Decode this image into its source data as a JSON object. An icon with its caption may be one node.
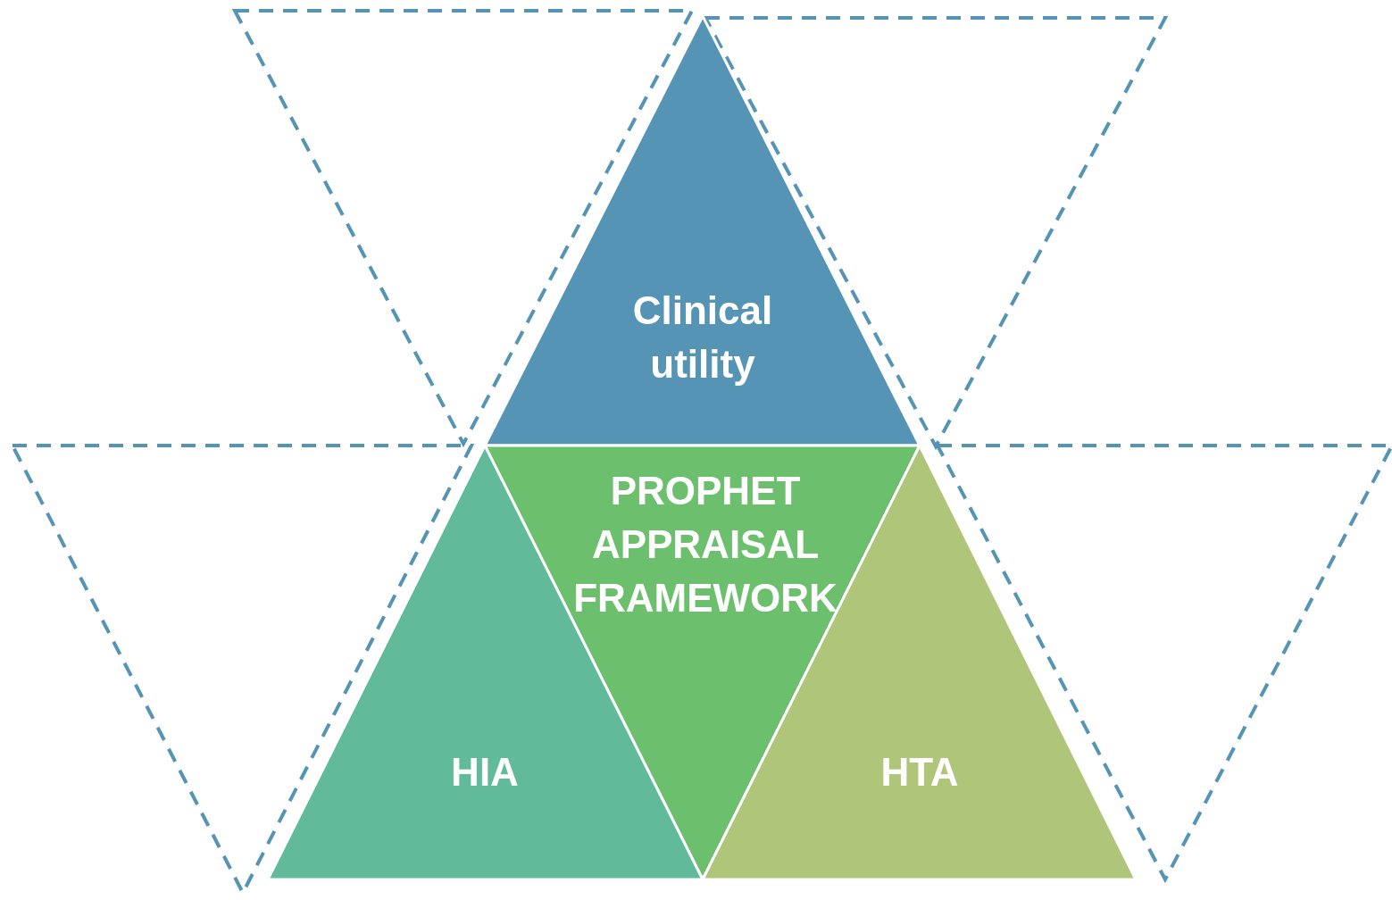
{
  "diagram": {
    "nodes": [
      {
        "text": [],
        "shape": "triangle"
      },
      {
        "text": [
          "Clinical utility"
        ]
      },
      {
        "text": [],
        "shape": "triangle"
      },
      {
        "text": [],
        "shape": "triangle"
      },
      {
        "text": [
          "PROPHET APPRAISAL FRAMEWORK"
        ]
      },
      {
        "text": [],
        "shape": "triangle"
      },
      {
        "text": [
          "HIA"
        ]
      },
      {
        "text": [
          "HTA"
        ]
      }
    ],
    "edges": []
  }
}
